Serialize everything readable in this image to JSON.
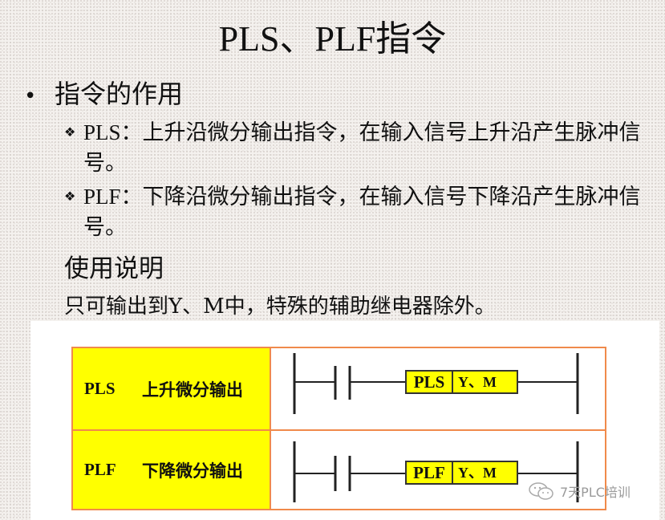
{
  "title": "PLS、PLF指令",
  "section1": {
    "bullet": "•",
    "heading": "指令的作用",
    "items": [
      {
        "bullet": "❖",
        "code": "PLS",
        "text": "：上升沿微分输出指令，在输入信号上升沿产生脉冲信号。"
      },
      {
        "bullet": "❖",
        "code": "PLF",
        "text": "：下降沿微分输出指令，在输入信号下降沿产生脉冲信号。"
      }
    ]
  },
  "section2": {
    "heading": "使用说明",
    "text": "只可输出到Y、M中，特殊的辅助继电器除外。"
  },
  "table": {
    "rows": [
      {
        "code": "PLS",
        "label": "上升微分输出",
        "instruction": "PLS",
        "operand": "Y、M"
      },
      {
        "code": "PLF",
        "label": "下降微分输出",
        "instruction": "PLF",
        "operand": "Y、M"
      }
    ],
    "colors": {
      "border": "#f08a4b",
      "highlight": "#ffff00"
    }
  },
  "watermark": {
    "icon": "wechat-icon",
    "text": "7天PLC培训"
  }
}
